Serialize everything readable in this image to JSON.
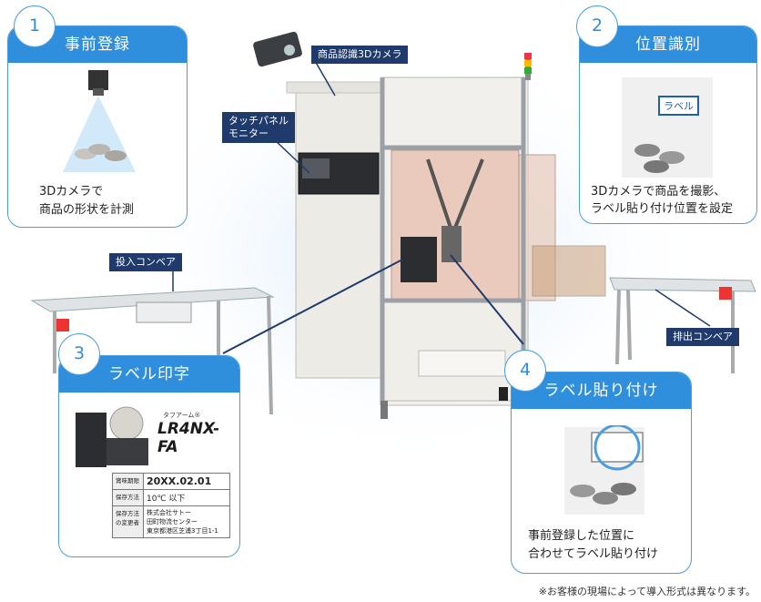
{
  "steps": [
    {
      "num": "1",
      "title": "事前登録",
      "text1": "3Dカメラで",
      "text2": "商品の形状を計測"
    },
    {
      "num": "2",
      "title": "位置識別",
      "text1": "3Dカメラで商品を撮影、",
      "text2": "ラベル貼り付け位置を設定",
      "label_tag": "ラベル"
    },
    {
      "num": "3",
      "title": "ラベル印字",
      "logo_small": "タフアーム®",
      "logo": "LR4NX-FA",
      "label_rows": [
        {
          "k": "賞味期限",
          "v": "20XX.02.01"
        },
        {
          "k": "保存方法",
          "v": "10℃ 以下"
        },
        {
          "k": "保存方法の変更者",
          "v1": "株式会社サトー",
          "v2": "田町物流センター",
          "v3": "東京都港区芝浦3丁目1-1"
        }
      ]
    },
    {
      "num": "4",
      "title": "ラベル貼り付け",
      "text1": "事前登録した位置に",
      "text2": "合わせてラベル貼り付け"
    }
  ],
  "tags": {
    "camera": "商品認識3Dカメラ",
    "touch_panel_1": "タッチパネル",
    "touch_panel_2": "モニター",
    "input_conveyor": "投入コンベア",
    "output_conveyor": "排出コンベア"
  },
  "footnote": "※お客様の現場によって導入形式は異なります。"
}
